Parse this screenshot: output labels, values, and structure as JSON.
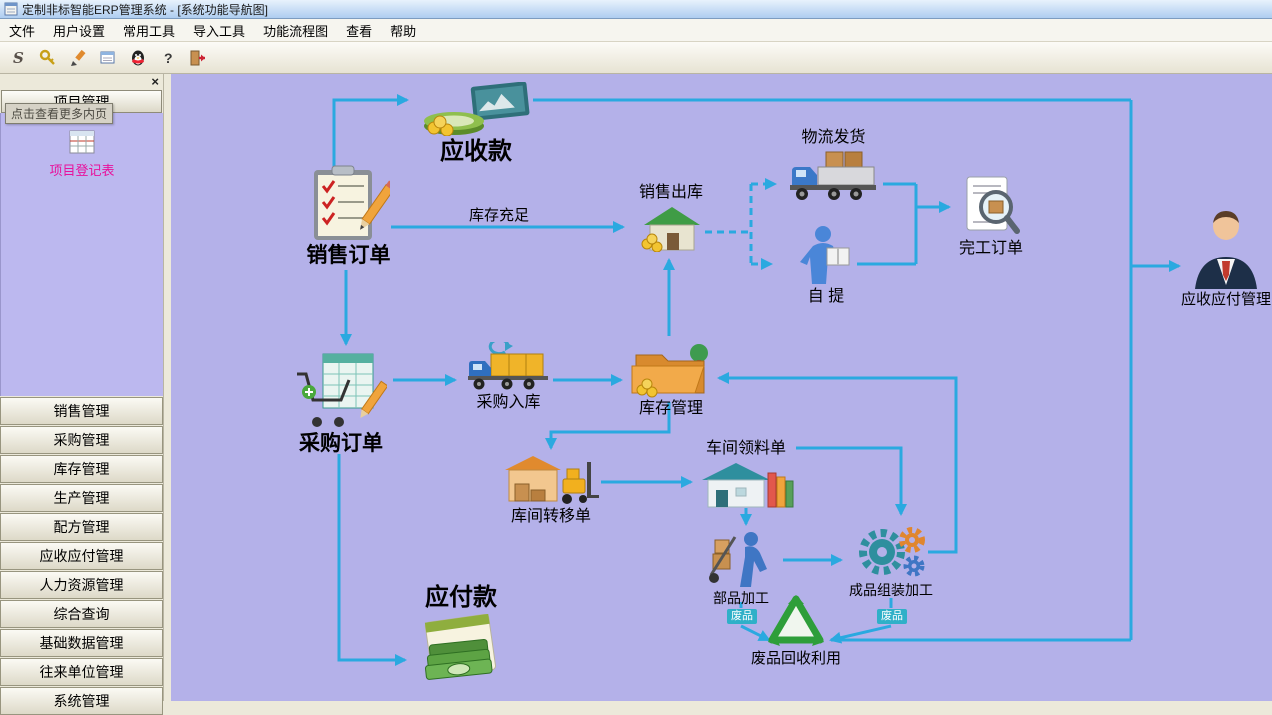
{
  "window": {
    "title": "定制非标智能ERP管理系统 - [系统功能导航图]"
  },
  "menu": {
    "items": [
      "文件",
      "用户设置",
      "常用工具",
      "导入工具",
      "功能流程图",
      "查看",
      "帮助"
    ]
  },
  "toolbar": {
    "buttons": [
      "style-tool",
      "password-key-tool",
      "edit-pen-tool",
      "window-tool",
      "qq-messenger-tool",
      "help-tool",
      "exit-tool"
    ]
  },
  "sidebar": {
    "header": "项目管理",
    "tooltip": "点击查看更多内页",
    "tree_item": "项目登记表",
    "sections": [
      "销售管理",
      "采购管理",
      "库存管理",
      "生产管理",
      "配方管理",
      "应收应付管理",
      "人力资源管理",
      "综合查询",
      "基础数据管理",
      "往来单位管理",
      "系统管理"
    ]
  },
  "diagram": {
    "accent_color": "#2aa9e0",
    "nodes": {
      "receivable": "应收款",
      "sales_order": "销售订单",
      "stock_sufficient": "库存充足",
      "sales_outbound": "销售出库",
      "logistics": "物流发货",
      "self_pickup": "自 提",
      "completed_order": "完工订单",
      "ar_ap": "应收应付管理",
      "purchase_order": "采购订单",
      "purchase_inbound": "采购入库",
      "inventory": "库存管理",
      "workshop_requisition": "车间领料单",
      "warehouse_transfer": "库间转移单",
      "parts_processing": "部品加工",
      "assembly": "成品组装加工",
      "scrap_a": "废品",
      "scrap_b": "废品",
      "recycling": "废品回收利用",
      "payable": "应付款"
    }
  }
}
